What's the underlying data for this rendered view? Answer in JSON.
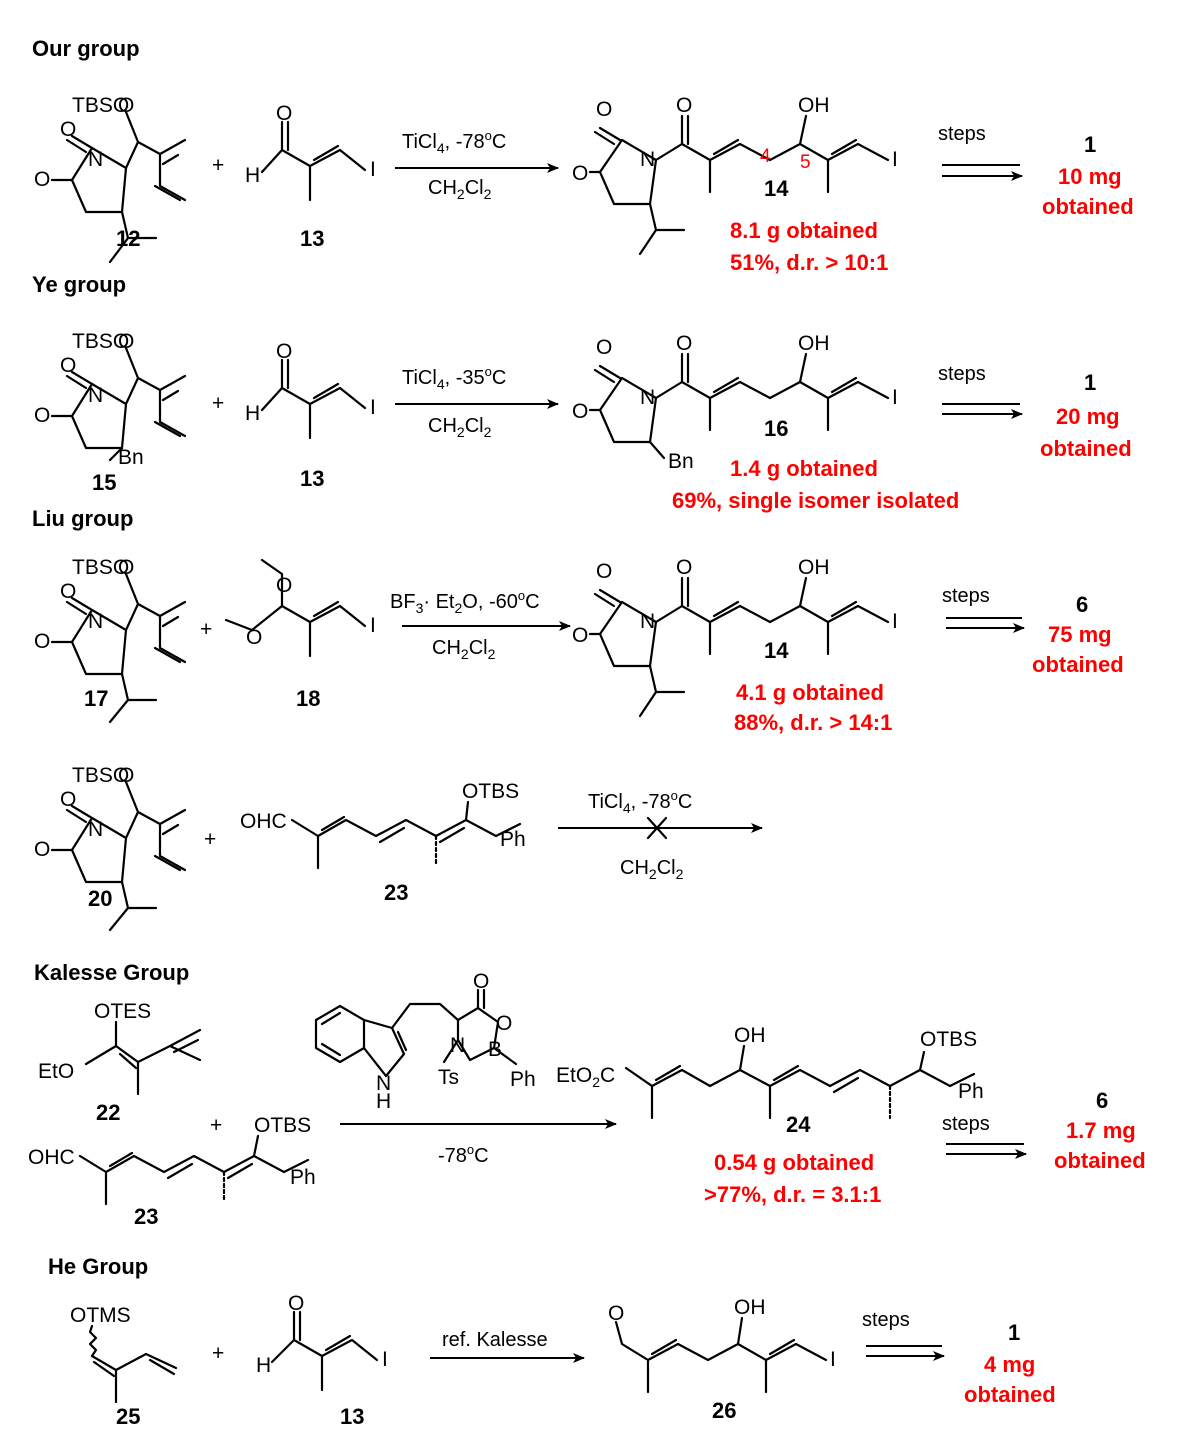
{
  "scheme": {
    "headers": {
      "our": "Our group",
      "ye": "Ye group",
      "liu": "Liu group",
      "kalesse": "Kalesse Group",
      "he": "He Group"
    },
    "atoms": {
      "tbso": "TBSO",
      "o": "O",
      "n": "N",
      "h": "H",
      "i": "I",
      "oh": "OH",
      "bn": "Bn",
      "otbs": "OTBS",
      "ph": "Ph",
      "ohc": "OHC",
      "otes": "OTES",
      "eto": "EtO",
      "otms": "OTMS",
      "b": "B",
      "ts": "Ts",
      "etoc": "EtO",
      "two": "2",
      "c": "C",
      "plus": "+",
      "pos4": "4",
      "pos5": "5"
    },
    "conditions": {
      "ticl4_78": [
        "TiCl",
        "4",
        ", -78",
        "o",
        "C"
      ],
      "ticl4_35": [
        "TiCl",
        "4",
        ", -35",
        "o",
        "C"
      ],
      "bf3": [
        "BF",
        "3",
        "· Et",
        "2",
        "O, -60",
        "o",
        "C"
      ],
      "ch2cl2": [
        "CH",
        "2",
        "Cl",
        "2"
      ],
      "minus78": [
        "-78",
        "o",
        "C"
      ],
      "ref": "ref. Kalesse",
      "steps": "steps"
    },
    "compounds": {
      "c12": "12",
      "c13": "13",
      "c14": "14",
      "c15": "15",
      "c16": "16",
      "c17": "17",
      "c18": "18",
      "c20": "20",
      "c22": "22",
      "c23": "23",
      "c24": "24",
      "c25": "25",
      "c26": "26",
      "p1": "1",
      "p6": "6"
    },
    "results": {
      "our_mass": "8.1 g obtained",
      "our_yield": "51%, d.r. > 10:1",
      "our_final": "10 mg",
      "ye_mass": "1.4 g obtained",
      "ye_yield": "69%, single isomer isolated",
      "ye_final": "20 mg",
      "liu_mass": "4.1 g obtained",
      "liu_yield": "88%, d.r. > 14:1",
      "liu_final": "75 mg",
      "kal_mass": "0.54 g obtained",
      "kal_yield": ">77%, d.r. = 3.1:1",
      "kal_final": "1.7 mg",
      "he_final": "4 mg",
      "obtained": "obtained"
    },
    "colors": {
      "highlight": "#ff0000",
      "ink": "#000000"
    }
  }
}
